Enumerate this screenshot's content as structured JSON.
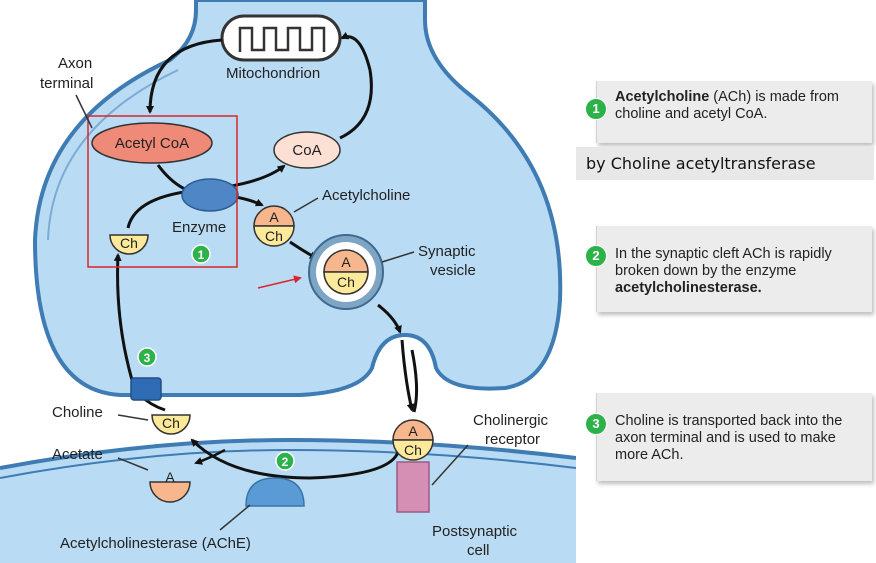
{
  "diagram": {
    "labels": {
      "axon_terminal_line1": "Axon",
      "axon_terminal_line2": "terminal",
      "mitochondrion": "Mitochondrion",
      "acetyl_coa": "Acetyl CoA",
      "coa": "CoA",
      "enzyme": "Enzyme",
      "acetylcholine": "Acetylcholine",
      "synaptic_vesicle_line1": "Synaptic",
      "synaptic_vesicle_line2": "vesicle",
      "choline": "Choline",
      "acetate": "Acetate",
      "cholinergic_receptor_line1": "Cholinergic",
      "cholinergic_receptor_line2": "receptor",
      "ache": "Acetylcholinesterase (AChE)",
      "postsynaptic_line1": "Postsynaptic",
      "postsynaptic_line2": "cell",
      "a": "A",
      "ch": "Ch"
    },
    "steps": {
      "s1": "1",
      "s2": "2",
      "s3": "3"
    },
    "colors": {
      "cytoplasm": "#b9dcf4",
      "membrane": "#3f7cb3",
      "step_badge": "#2db24a",
      "highlight_box": "#d9262a",
      "acetyl_coa_fill": "#f08a78",
      "coa_fill": "#fde0d4",
      "enzyme_fill": "#4f86c6",
      "a_fill": "#f7b68c",
      "ch_fill": "#fde99a",
      "receptor": "#d58fb5",
      "ache": "#5a9bd5"
    }
  },
  "panels": [
    {
      "num": "1",
      "bold": "Acetylcholine",
      "text_a": " (ACh) is made from choline and acetyl CoA.",
      "text_b": ""
    },
    {
      "num": "2",
      "bold": "acetylcholinesterase.",
      "text_a": "In the synaptic cleft ACh is rapidly broken down by the enzyme ",
      "text_b": ""
    },
    {
      "num": "3",
      "bold": "",
      "text_a": "Choline is transported back into the axon terminal and is used to make more ACh.",
      "text_b": ""
    }
  ],
  "note": "by Choline acetyltransferase"
}
